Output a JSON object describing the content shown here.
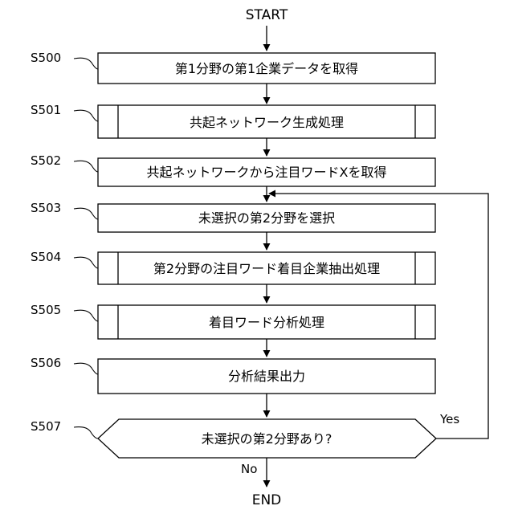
{
  "flowchart": {
    "start": "START",
    "end": "END",
    "steps": [
      {
        "id": "S500",
        "text": "第1分野の第1企業データを取得",
        "kind": "process"
      },
      {
        "id": "S501",
        "text": "共起ネットワーク生成処理",
        "kind": "subroutine"
      },
      {
        "id": "S502",
        "text": "共起ネットワークから注目ワードXを取得",
        "kind": "process"
      },
      {
        "id": "S503",
        "text": "未選択の第2分野を選択",
        "kind": "process"
      },
      {
        "id": "S504",
        "text": "第2分野の注目ワード着目企業抽出処理",
        "kind": "subroutine"
      },
      {
        "id": "S505",
        "text": "着目ワード分析処理",
        "kind": "subroutine"
      },
      {
        "id": "S506",
        "text": "分析結果出力",
        "kind": "process"
      },
      {
        "id": "S507",
        "text": "未選択の第2分野あり?",
        "kind": "decision"
      }
    ],
    "branch_yes": "Yes",
    "branch_no": "No"
  }
}
